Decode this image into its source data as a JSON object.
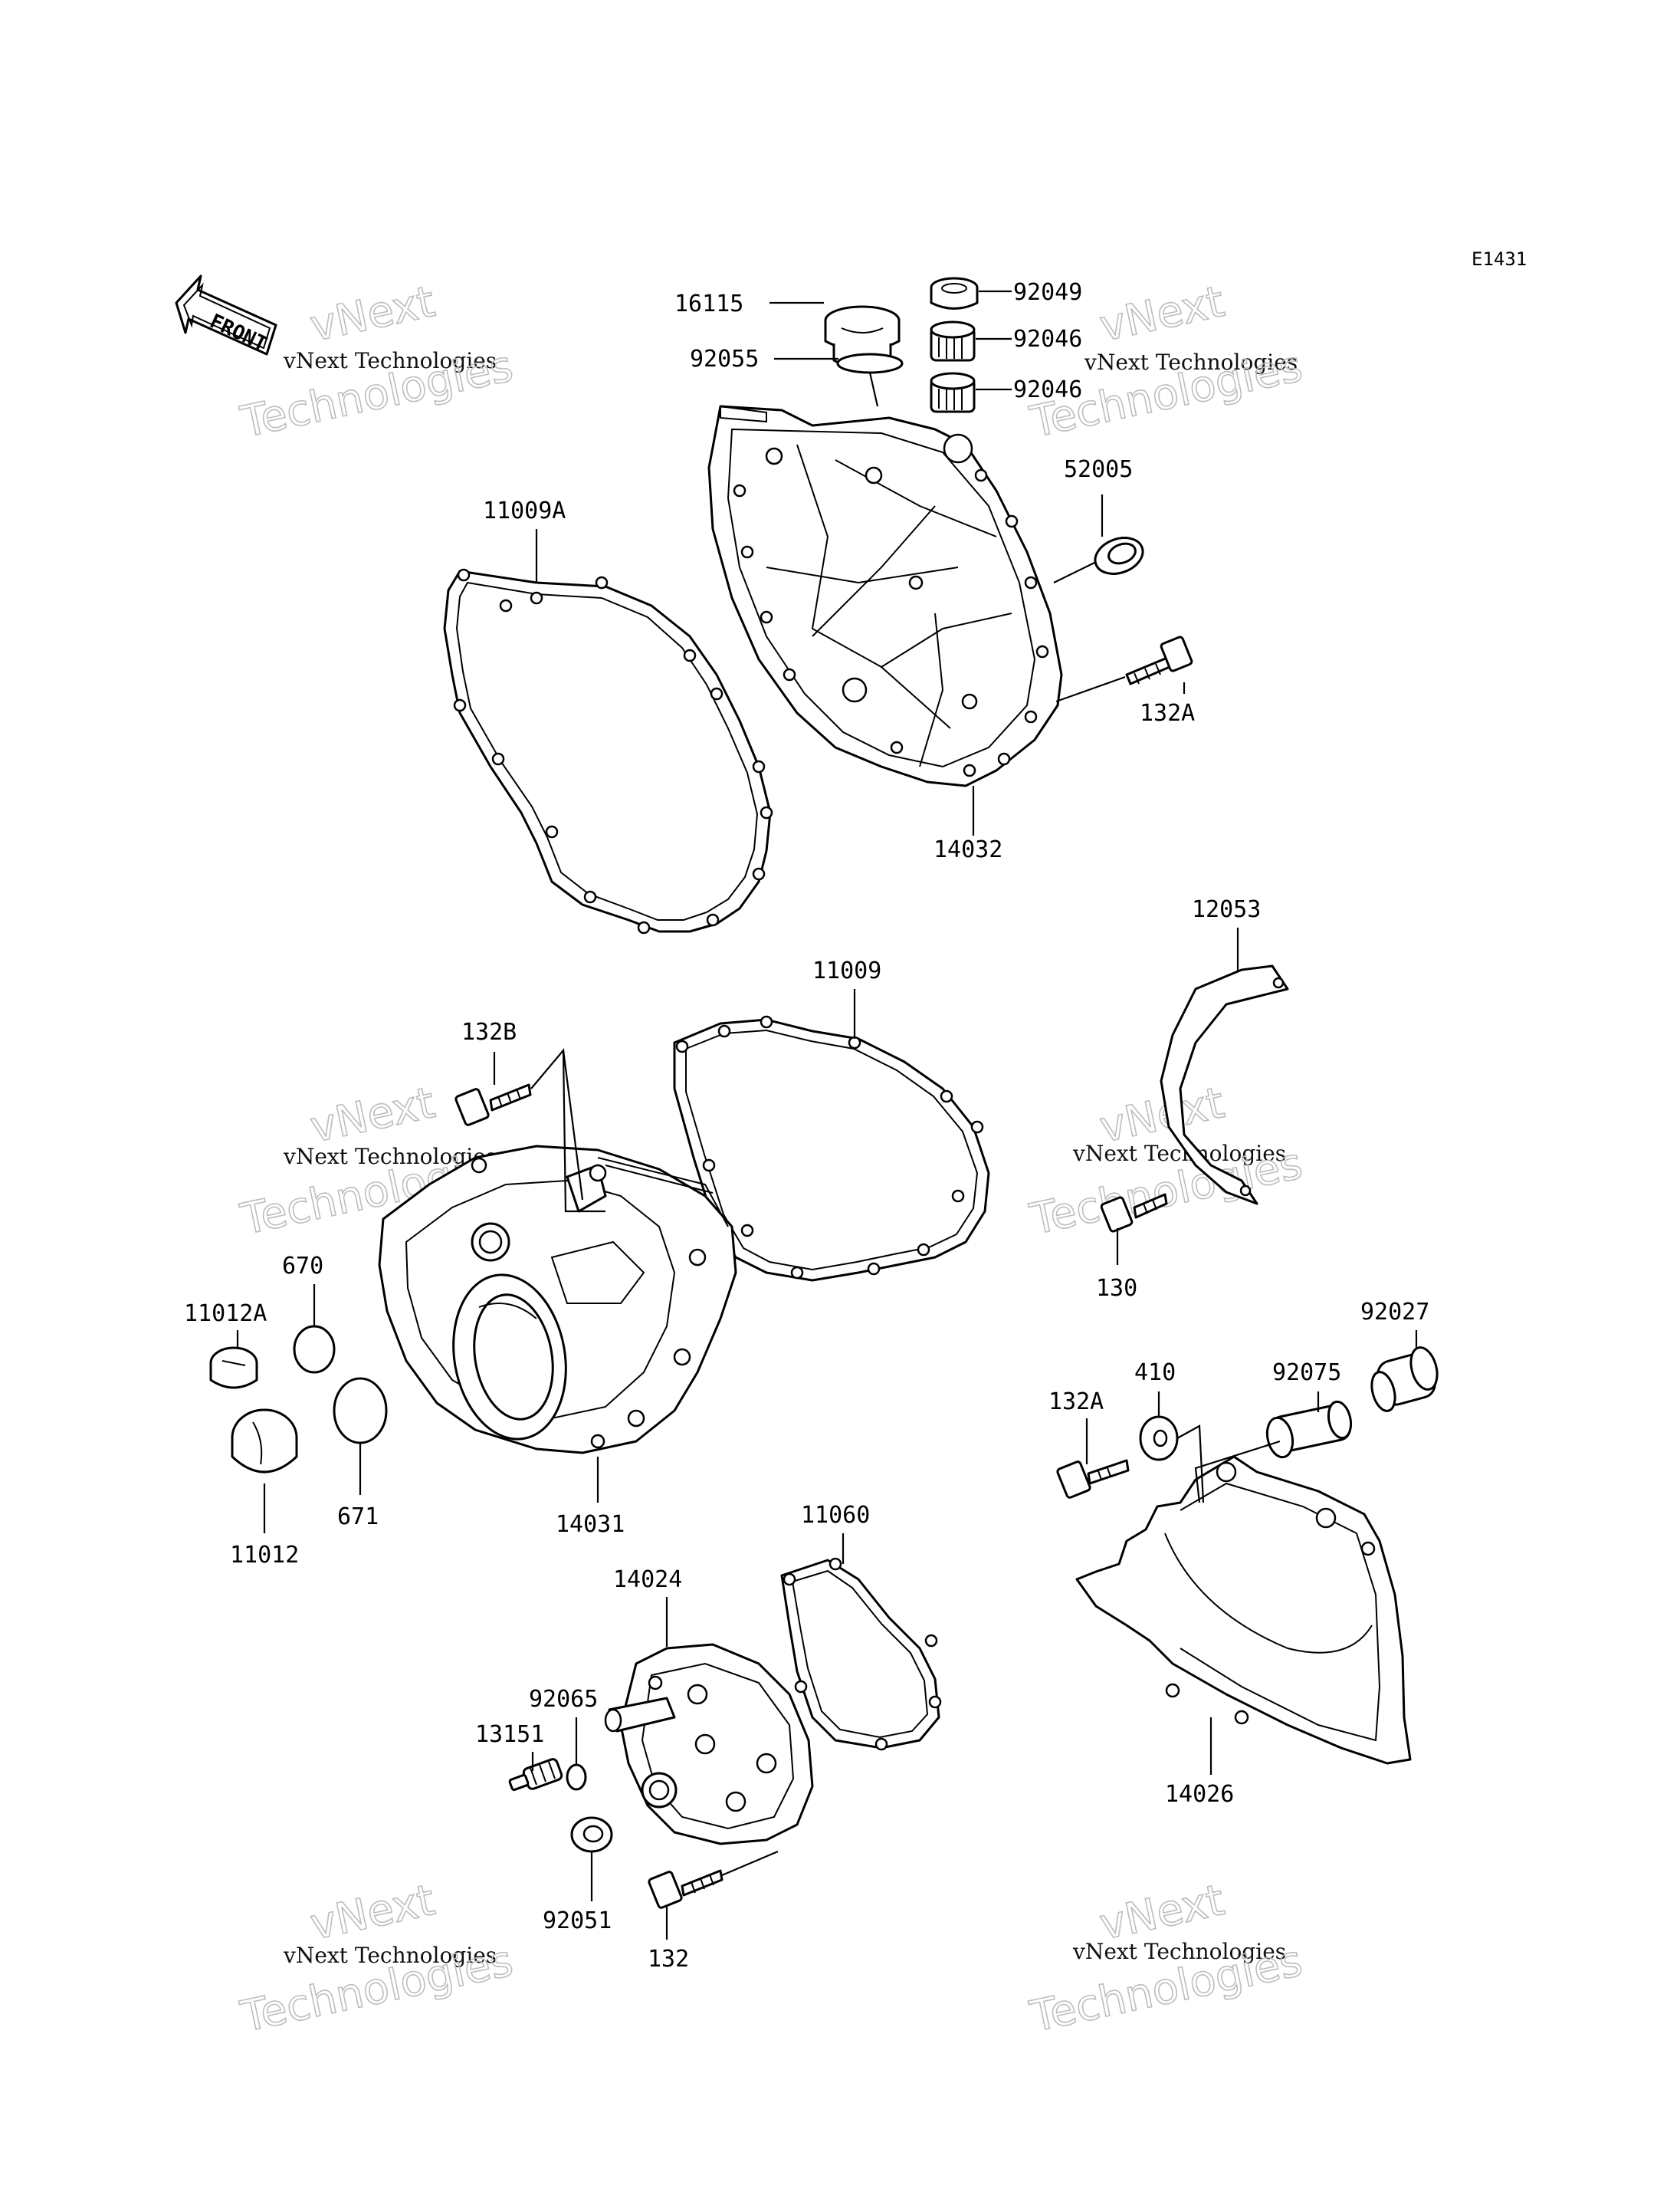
{
  "diagram_code": "E1431",
  "front_label": "FRONT",
  "watermark": {
    "line1": "vNext",
    "line2": "vNext Technologies",
    "line3": "Technologies"
  },
  "part_labels": {
    "p16115": "16115",
    "p92055": "92055",
    "p92049": "92049",
    "p92046a": "92046",
    "p92046b": "92046",
    "p52005": "52005",
    "p11009A": "11009A",
    "p132A_top": "132A",
    "p14032": "14032",
    "p12053": "12053",
    "p11009": "11009",
    "p132B": "132B",
    "p130": "130",
    "p670": "670",
    "p11012A": "11012A",
    "p92027": "92027",
    "p410": "410",
    "p92075": "92075",
    "p132A_mid": "132A",
    "p671": "671",
    "p14031": "14031",
    "p11012": "11012",
    "p11060": "11060",
    "p14024": "14024",
    "p92065": "92065",
    "p13151": "13151",
    "p14026": "14026",
    "p92051": "92051",
    "p132": "132"
  }
}
